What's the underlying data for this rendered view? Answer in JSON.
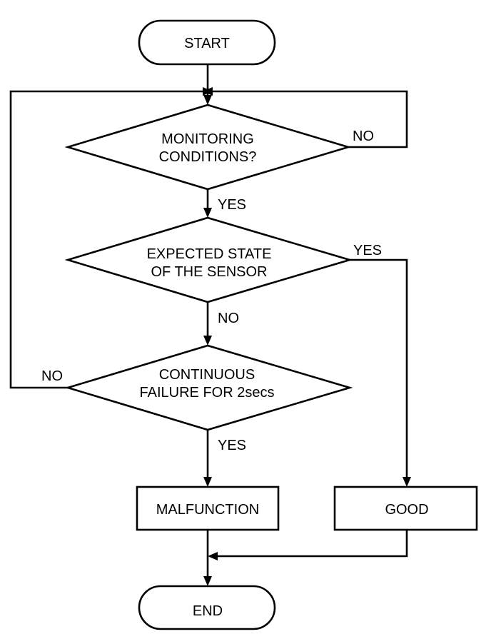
{
  "flowchart": {
    "start": "START",
    "end": "END",
    "decision1": {
      "line1": "MONITORING",
      "line2": "CONDITIONS?"
    },
    "decision2": {
      "line1": "EXPECTED STATE",
      "line2": "OF THE SENSOR"
    },
    "decision3": {
      "line1": "CONTINUOUS",
      "line2": "FAILURE FOR 2secs"
    },
    "malfunction": "MALFUNCTION",
    "good": "GOOD",
    "labels": {
      "d1_no": "NO",
      "d1_yes": "YES",
      "d2_yes": "YES",
      "d2_no": "NO",
      "d3_no": "NO",
      "d3_yes": "YES"
    }
  }
}
